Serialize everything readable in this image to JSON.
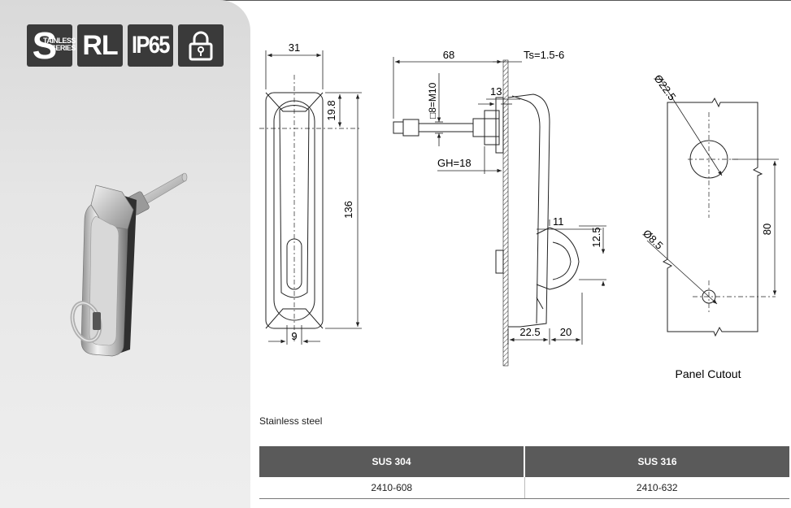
{
  "badges": {
    "stainless_big": "S",
    "stainless_line1": "TAINLESS",
    "stainless_line2": "SERIES",
    "rl": "RL",
    "ip": "IP65"
  },
  "icons": [
    "lock-icon"
  ],
  "drawing": {
    "front_width": "31",
    "front_top": "19.8",
    "front_height": "136",
    "front_bottom": "9",
    "side_length": "68",
    "side_ts": "Ts=1.5-6",
    "side_square": "□8=M10",
    "side_13": "13",
    "side_gh": "GH=18",
    "side_11": "11",
    "side_12_5": "12.5",
    "side_22_5": "22.5",
    "side_20": "20",
    "cutout_d1": "Ø22.5",
    "cutout_d2": "Ø8.5",
    "cutout_80": "80",
    "cutout_label": "Panel Cutout"
  },
  "material": "Stainless steel",
  "table": {
    "headers": [
      "SUS 304",
      "SUS 316"
    ],
    "row": [
      "2410-608",
      "2410-632"
    ]
  }
}
